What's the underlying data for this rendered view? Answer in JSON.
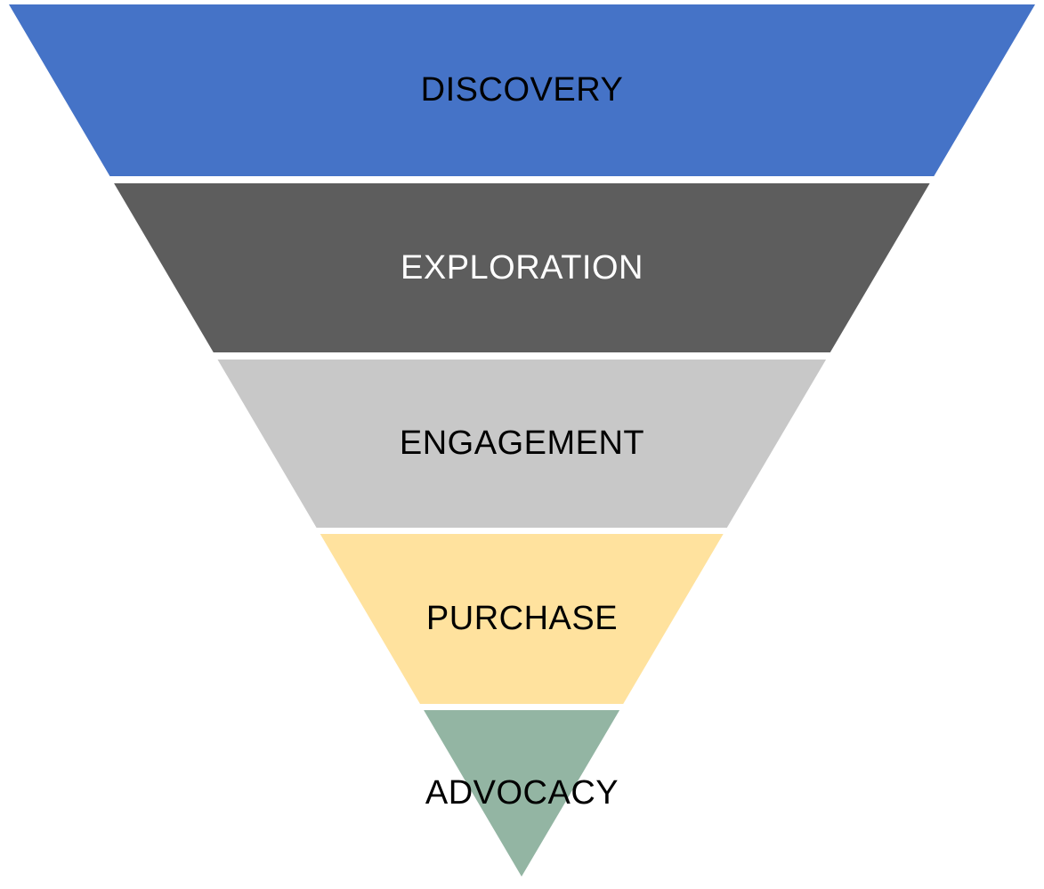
{
  "page": {
    "background_color": "#FFFFFF"
  },
  "funnel": {
    "type": "inverted-pyramid-funnel",
    "divider_color": "#FFFFFF",
    "stages": [
      {
        "label": "DISCOVERY",
        "color": "#4573C7",
        "text_color": "#000000"
      },
      {
        "label": "EXPLORATION",
        "color": "#5D5D5D",
        "text_color": "#FFFFFF"
      },
      {
        "label": "ENGAGEMENT",
        "color": "#C8C8C8",
        "text_color": "#000000"
      },
      {
        "label": "PURCHASE",
        "color": "#FFE29E",
        "text_color": "#000000"
      },
      {
        "label": "ADVOCACY",
        "color": "#93B5A3",
        "text_color": "#000000"
      }
    ]
  }
}
